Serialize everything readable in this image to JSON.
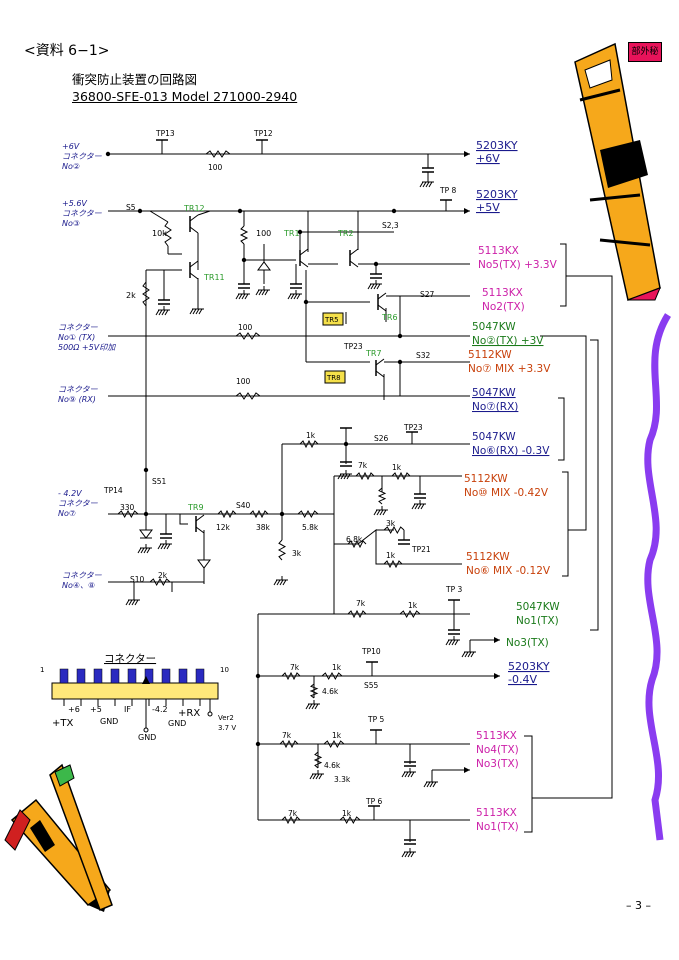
{
  "header": {
    "section": "<資料 6−1>",
    "confidential_badge": "部外秘"
  },
  "title": {
    "line1": "衝突防止装置の回路図",
    "line2": "36800-SFE-013 Model 271000-2940"
  },
  "page_number": "– 3 –",
  "colors": {
    "blue_label": "#1a1a8c",
    "magenta_label": "#cc1fa8",
    "green_label": "#1a7a1a",
    "orange_label": "#c8400a",
    "transistor_green": "#2a9a2a",
    "tr_box_fill": "#f5e04a",
    "badge_fill": "#e8135a",
    "wire": "#000000"
  },
  "left_labels": {
    "plus6v": [
      "+6V",
      "コネクター",
      "No②"
    ],
    "plus56v": [
      "+5.6V",
      "コネクター",
      "No③"
    ],
    "no1tx": [
      "コネクター",
      "No① (TX)",
      "500Ω +5V印加"
    ],
    "no9rx": [
      "コネクター",
      "No⑨ (RX)"
    ],
    "minus42v": [
      "- 4.2V",
      "コネクター",
      "No⑦"
    ],
    "no48": [
      "コネクター",
      "No④、⑧"
    ]
  },
  "right_labels": {
    "k5203_6v": [
      "5203KY",
      "+6V"
    ],
    "k5203_5v": [
      "5203KY",
      "+5V"
    ],
    "k5113_no5": [
      "5113KX",
      "No5(TX) +3.3V"
    ],
    "k5113_no2": [
      "5113KX",
      "No2(TX)"
    ],
    "k5047_no2": [
      "5047KW",
      "No②(TX) +3V"
    ],
    "k5112_no7": [
      "5112KW",
      "No⑦ MIX +3.3V"
    ],
    "k5047_no7": [
      "5047KW",
      "No⑦(RX)"
    ],
    "k5047_no6": [
      "5047KW",
      "No⑥(RX) -0.3V"
    ],
    "k5112_no10": [
      "5112KW",
      "No⑩ MIX -0.42V"
    ],
    "k5112_no6": [
      "5112KW",
      "No⑥ MIX -0.12V"
    ],
    "k5047_no1": [
      "5047KW",
      "No1(TX)"
    ],
    "k5047_no3": [
      "No3(TX)"
    ],
    "k5203_m04": [
      "5203KY",
      "-0.4V"
    ],
    "k5113_no4": [
      "5113KX",
      "No4(TX)",
      "No3(TX)"
    ],
    "k5113_no1": [
      "5113KX",
      "No1(TX)"
    ]
  },
  "components": {
    "tp13": "TP13",
    "tp12": "TP12",
    "tp8": "TP 8",
    "tp14": "TP14",
    "tp23a": "TP23",
    "tp23b": "TP23",
    "tp21": "TP21",
    "tp3": "TP 3",
    "tp10": "TP10",
    "tp5": "TP 5",
    "tp6": "TP 6",
    "s5": "S5",
    "s23": "S2,3",
    "s27": "S27",
    "s32": "S32",
    "s26": "S26",
    "s51": "S51",
    "s40": "S40",
    "s10": "S10",
    "s55": "S55",
    "tr12": "TR12",
    "tr11": "TR11",
    "tr1": "TR1",
    "tr2": "TR2",
    "tr5": "TR5",
    "tr6": "TR6",
    "tr7": "TR7",
    "tr8": "TR8",
    "tr9": "TR9",
    "r100a": "100",
    "r10k": "10k",
    "r100b": "100",
    "r2k": "2k",
    "r100c": "100",
    "r100d": "100",
    "r330": "330",
    "r12k": "12k",
    "r38k": "38k",
    "r58k": "5.8k",
    "r3k": "3k",
    "r2kb": "2k",
    "r1ka": "1k",
    "r7ka": "7k",
    "r1kb": "1k",
    "r3kb": "3k",
    "r68k": "6.8k",
    "r1kc": "1k",
    "r7kb": "7k",
    "r1kd": "1k",
    "r7kc": "7k",
    "r1ke": "1k",
    "r46ka": "4.6k",
    "r7kd": "7k",
    "r1kf": "1k",
    "r46kb": "4.6k",
    "r33k": "3.3k",
    "r7ke": "7k",
    "r1kg": "1k"
  },
  "connector": {
    "title": "コネクター",
    "pin_first": "1",
    "pin_last": "10",
    "pin_labels": [
      "+TX",
      "+6",
      "+5",
      "GND",
      "IF",
      "-4.2",
      "GND",
      "+RX",
      "GND",
      "Ver2",
      "3.7 V"
    ]
  }
}
